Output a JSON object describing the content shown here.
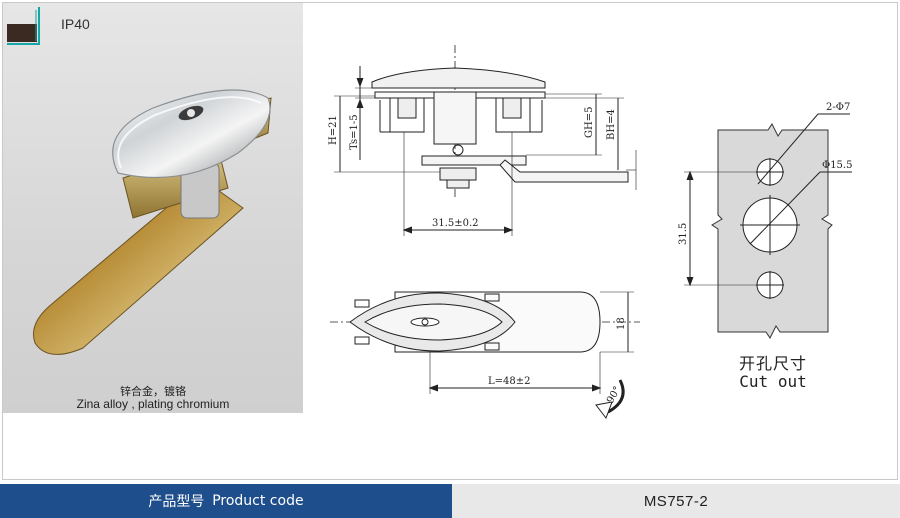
{
  "product": {
    "protection_rating": "IP40",
    "material_cn": "锌合金，镀铬",
    "material_en": "Zina alloy , plating chromium"
  },
  "drawing": {
    "side_view": {
      "height_total": "H=21",
      "thickness_range": "Ts=1-5",
      "gh": "GH=5",
      "bh": "BH=4",
      "width": "31.5±0.2"
    },
    "top_view": {
      "length": "L=48±2",
      "width": "18",
      "rotation": "90°"
    },
    "cutout": {
      "hole_small": "2-Φ7",
      "hole_large": "Φ15.5",
      "height": "31.5",
      "label_cn": "开孔尺寸",
      "label_en": "Cut out"
    }
  },
  "footer": {
    "label_cn": "产品型号",
    "label_en": "Product code",
    "code": "MS757-2"
  },
  "colors": {
    "footer_blue": "#1f4e8c",
    "footer_gray": "#e8e8e8",
    "cutout_plate": "#d9d9d9"
  }
}
